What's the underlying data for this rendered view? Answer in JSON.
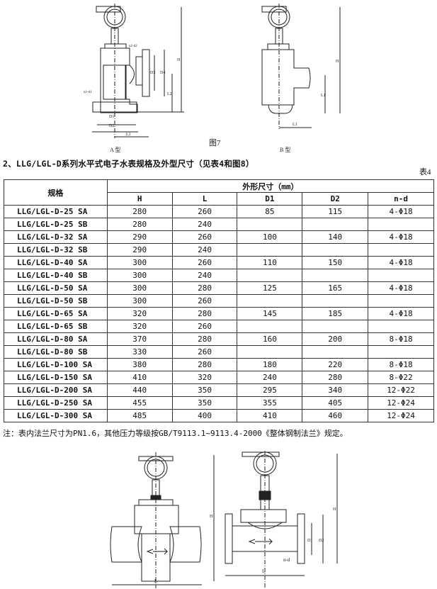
{
  "figure7": {
    "caption": "图7",
    "type_a_label": "A 型",
    "type_b_label": "B 型",
    "dims_a": {
      "n2d2": "n2-d2",
      "d1": "D1",
      "d2": "D2",
      "l1": "L1",
      "l2": "L2",
      "h": "H",
      "d3": "D3",
      "d4": "D4",
      "n1d1": "n1-d1"
    },
    "dims_b": {
      "h": "H",
      "l1": "L1",
      "l2": "L1"
    }
  },
  "section": {
    "heading": "2、LLG/LGL-D系列水平式电子水表规格及外型尺寸（见表4和图8）",
    "table_no": "表4"
  },
  "table": {
    "spec_header": "规格",
    "group_header": "外形尺寸（mm）",
    "columns": [
      "H",
      "L",
      "D1",
      "D2",
      "n-d"
    ],
    "rows": [
      [
        "LLG/LGL-D-25 SA",
        "280",
        "260",
        "85",
        "115",
        "4-Φ18"
      ],
      [
        "LLG/LGL-D-25 SB",
        "280",
        "240",
        "",
        "",
        ""
      ],
      [
        "LLG/LGL-D-32 SA",
        "290",
        "260",
        "100",
        "140",
        "4-Φ18"
      ],
      [
        "LLG/LGL-D-32 SB",
        "290",
        "240",
        "",
        "",
        ""
      ],
      [
        "LLG/LGL-D-40 SA",
        "300",
        "260",
        "110",
        "150",
        "4-Φ18"
      ],
      [
        "LLG/LGL-D-40 SB",
        "300",
        "240",
        "",
        "",
        ""
      ],
      [
        "LLG/LGL-D-50 SA",
        "300",
        "280",
        "125",
        "165",
        "4-Φ18"
      ],
      [
        "LLG/LGL-D-50 SB",
        "300",
        "260",
        "",
        "",
        ""
      ],
      [
        "LLG/LGL-D-65 SA",
        "320",
        "280",
        "145",
        "185",
        "4-Φ18"
      ],
      [
        "LLG/LGL-D-65 SB",
        "320",
        "260",
        "",
        "",
        ""
      ],
      [
        "LLG/LGL-D-80 SA",
        "370",
        "280",
        "160",
        "200",
        "8-Φ18"
      ],
      [
        "LLG/LGL-D-80 SB",
        "330",
        "260",
        "",
        "",
        ""
      ],
      [
        "LLG/LGL-D-100 SA",
        "380",
        "280",
        "180",
        "220",
        "8-Φ18"
      ],
      [
        "LLG/LGL-D-150 SA",
        "410",
        "320",
        "240",
        "280",
        "8-Φ22"
      ],
      [
        "LLG/LGL-D-200 SA",
        "440",
        "350",
        "295",
        "340",
        "12-Φ22"
      ],
      [
        "LLG/LGL-D-250 SA",
        "455",
        "350",
        "355",
        "405",
        "12-Φ24"
      ],
      [
        "LLG/LGL-D-300 SA",
        "485",
        "400",
        "410",
        "460",
        "12-Φ24"
      ]
    ]
  },
  "note": "注：表内法兰尺寸为PN1.6，其他压力等级按GB/T9113.1~9113.4-2000《整体钢制法兰》规定。",
  "figure8": {
    "left_dims": {
      "l": "L",
      "h": "H"
    },
    "right_dims": {
      "l": "L",
      "h": "H",
      "d1": "D1",
      "d2": "D2",
      "nd": "n-d"
    }
  }
}
